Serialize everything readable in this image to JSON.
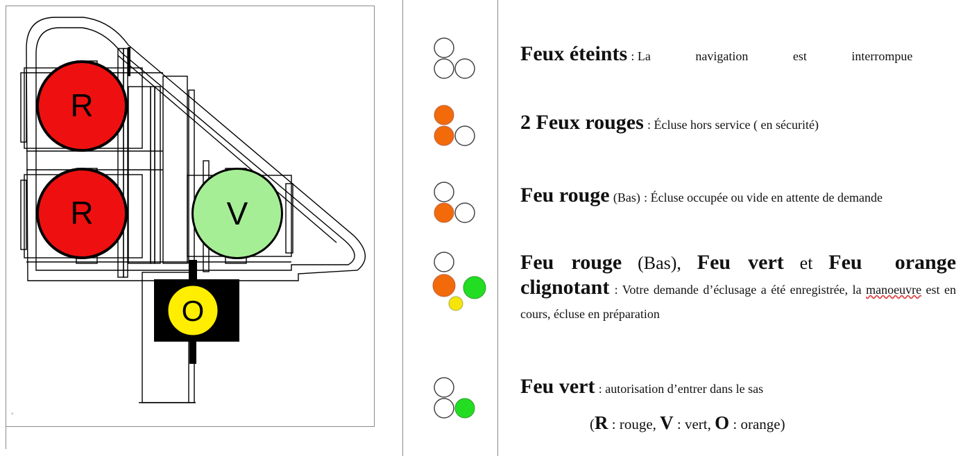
{
  "signal": {
    "top_lamp_letter": "R",
    "bottom_left_lamp_letter": "R",
    "bottom_right_lamp_letter": "V",
    "orange_lamp_letter": "O",
    "colors": {
      "red": "#ee1010",
      "green": "#a6ee96",
      "yellow": "#ffee00",
      "black": "#000000"
    }
  },
  "legend": [
    {
      "title": "Feux éteints",
      "text": "La navigation est interrompue",
      "lights": [
        "off",
        "off",
        "off"
      ]
    },
    {
      "title": "2 Feux rouges",
      "text": "Écluse hors service ( en sécurité)",
      "lights": [
        "orange",
        "orange",
        "off"
      ]
    },
    {
      "title": "Feu rouge",
      "qualifier": "(Bas)",
      "text": "Écluse occupée ou vide en attente de demande",
      "lights": [
        "off",
        "orange",
        "off"
      ]
    },
    {
      "title": "Feu rouge",
      "qualifier": "(Bas),",
      "title2": "Feu vert",
      "connector": "et",
      "title3": "Feu orange clignotant",
      "text_a": "Votre demande d’éclusage a été enregistrée, la ",
      "text_underlined": "manoeuvre",
      "text_b": " est en cours, écluse en préparation",
      "lights": [
        "off",
        "orange",
        "green",
        "yellow"
      ]
    },
    {
      "title": "Feu vert",
      "text": "autorisation d’entrer dans le sas",
      "lights": [
        "off",
        "off",
        "green"
      ]
    }
  ],
  "caption": {
    "r_letter": "R",
    "r_text": ": rouge,",
    "v_letter": "V",
    "v_text": ": vert,",
    "o_letter": "O",
    "o_text": ": orange)",
    "open": "("
  },
  "legend_colors": {
    "orange": "#f26a0a",
    "green": "#22dd22",
    "yellow": "#f5e50a",
    "off": "#ffffff"
  }
}
